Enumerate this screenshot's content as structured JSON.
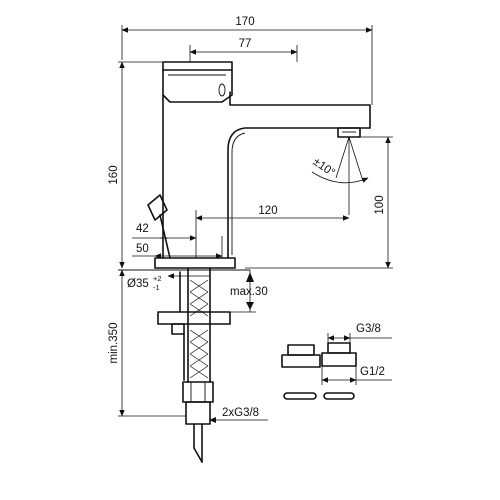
{
  "dimensions": {
    "overall_width": "170",
    "handle_offset": "77",
    "height": "160",
    "spout_reach": "120",
    "spout_height": "100",
    "pop_up_offset": "42",
    "base_width": "50",
    "hole_diameter": "Ø35",
    "hole_tol_upper": "+2",
    "hole_tol_lower": "-1",
    "deck_thickness": "max.30",
    "hose_length": "min.350",
    "hose_connection": "2xG3/8",
    "tilt_angle": "±10°"
  },
  "adapters": {
    "upper_thread": "G3/8",
    "lower_thread": "G1/2"
  }
}
